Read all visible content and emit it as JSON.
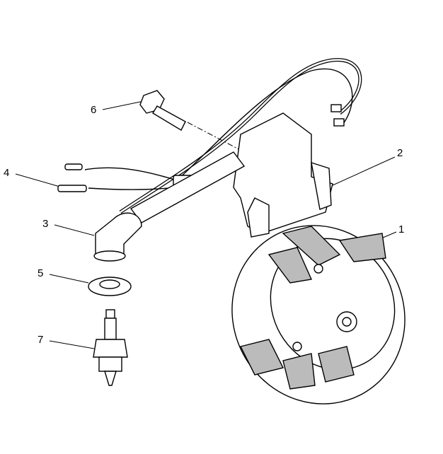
{
  "diagram": {
    "callouts": [
      {
        "id": "1",
        "label": "1",
        "part": "flywheel"
      },
      {
        "id": "2",
        "label": "2",
        "part": "ignition-coil"
      },
      {
        "id": "3",
        "label": "3",
        "part": "spark-plug-boot"
      },
      {
        "id": "4",
        "label": "4",
        "part": "stop-switch-wire"
      },
      {
        "id": "5",
        "label": "5",
        "part": "boot-seal"
      },
      {
        "id": "6",
        "label": "6",
        "part": "coil-bolt"
      },
      {
        "id": "7",
        "label": "7",
        "part": "spark-plug"
      }
    ]
  }
}
